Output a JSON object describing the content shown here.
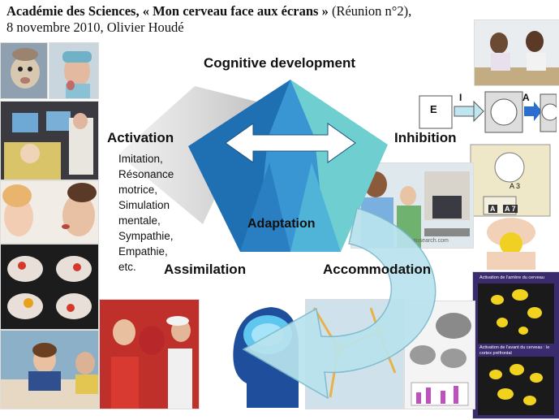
{
  "header": {
    "line1_bold": "Académie des Sciences, « Mon cerveau face aux écrans »",
    "line1_rest": " (Réunion n°2),",
    "line2": "8 novembre 2010, Olivier Houdé"
  },
  "diagram": {
    "top_label": "Cognitive development",
    "left_label": "Activation",
    "right_label": "Inhibition",
    "center_label": "Adaptation",
    "bottom_left_label": "Assimilation",
    "bottom_right_label": "Accommodation",
    "colors": {
      "dark_blue": "#1f6fb3",
      "mid_blue": "#3a95d3",
      "teal": "#6fcfd0",
      "light": "#cfe9f2",
      "arrow_curve": "#b9e3ee"
    }
  },
  "activation_list": [
    "Imitation,",
    "Résonance",
    "motrice,",
    "Simulation",
    "mentale,",
    "Sympathie,",
    "Empathie,",
    "etc."
  ],
  "task_diagram": {
    "box_letter": "E",
    "arrow1_letter": "I",
    "arrow2_letter": "A"
  },
  "task_sheet": {
    "label_a3": "A 3",
    "label_a": "A",
    "label_a7": "A 7"
  },
  "watermark": "fotosearch.com",
  "brain_captions": {
    "top": "Activation de l'arrière du cerveau",
    "bottom": "Activation de l'avant du cerveau : le cortex préfrontal"
  }
}
